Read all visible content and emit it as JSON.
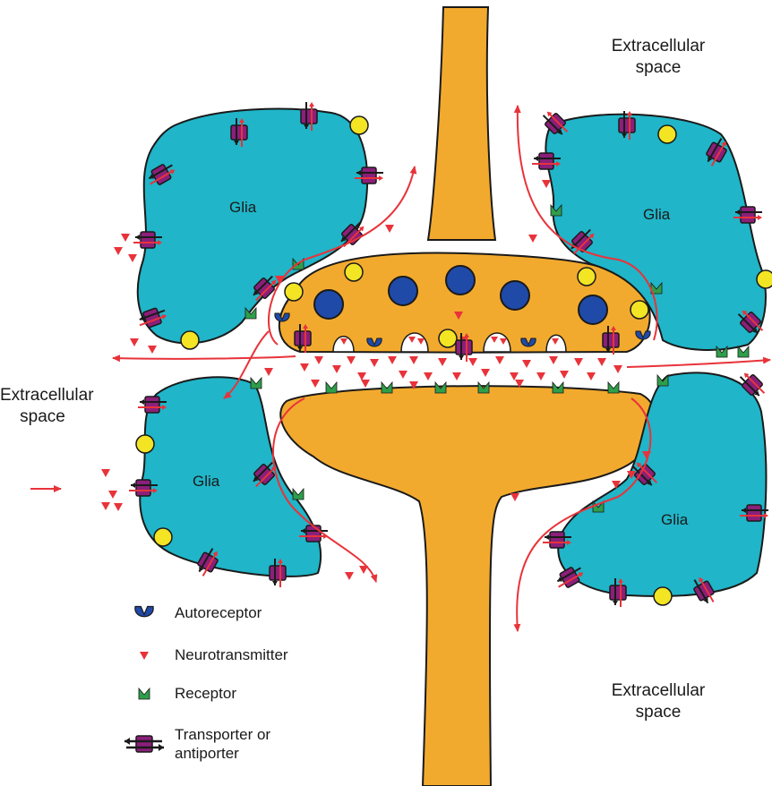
{
  "labels": {
    "extracellular_top_right": [
      "Extracellular",
      "space"
    ],
    "extracellular_left": [
      "Extracellular",
      "space"
    ],
    "extracellular_bottom_right": [
      "Extracellular",
      "space"
    ],
    "glia": "Glia"
  },
  "legend": {
    "autoreceptor": "Autoreceptor",
    "neurotransmitter": "Neurotransmitter",
    "receptor": "Receptor",
    "transporter_line1": "Transporter or",
    "transporter_line2": "antiporter"
  },
  "colors": {
    "neuron": "#F2AA2E",
    "glia": "#20B5C8",
    "vesicle": "#1F4AA8",
    "neurotransmitter": "#E8333A",
    "receptor": "#2E9E4A",
    "transporter": "#8B1F7A",
    "pump": "#F3E424",
    "arrow": "#E8333A",
    "outline": "#1a1a1a"
  }
}
